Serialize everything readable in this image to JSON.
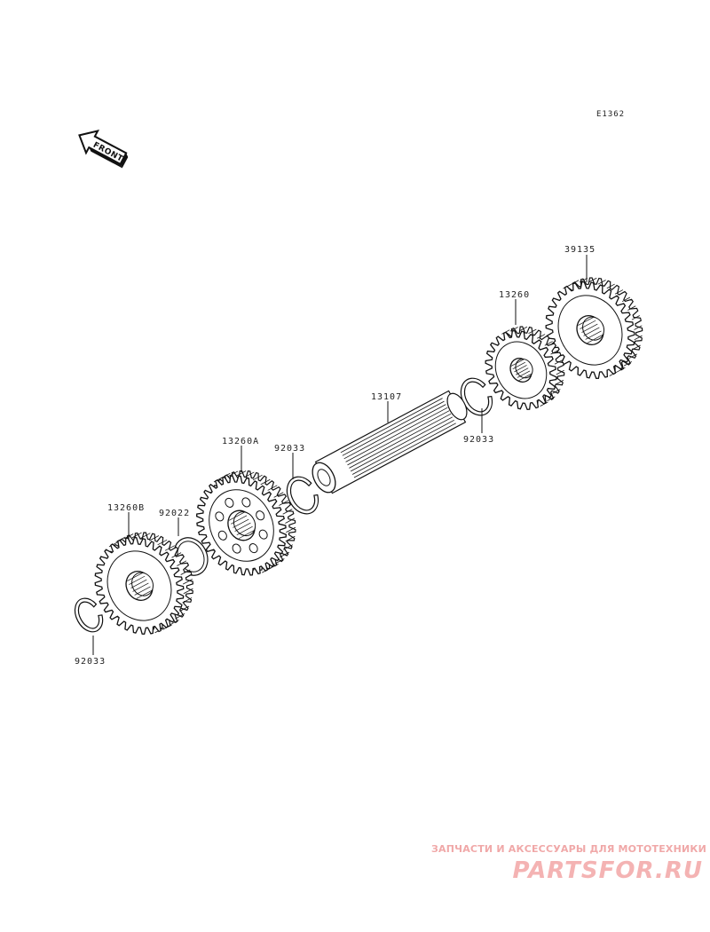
{
  "diagram": {
    "id_label": "E1362",
    "front_label": "FRONT",
    "parts": [
      {
        "number": "39135",
        "kind": "gear"
      },
      {
        "number": "13260",
        "kind": "gear"
      },
      {
        "number": "92033",
        "kind": "circlip"
      },
      {
        "number": "13107",
        "kind": "shaft"
      },
      {
        "number": "92033",
        "kind": "circlip"
      },
      {
        "number": "13260A",
        "kind": "gear"
      },
      {
        "number": "92022",
        "kind": "washer"
      },
      {
        "number": "13260B",
        "kind": "gear"
      },
      {
        "number": "92033",
        "kind": "circlip"
      }
    ]
  },
  "watermark": {
    "tagline": "ЗАПЧАСТИ И АКСЕССУАРЫ ДЛЯ МОТОТЕХНИКИ",
    "logo": "PARTSFOR.RU"
  }
}
